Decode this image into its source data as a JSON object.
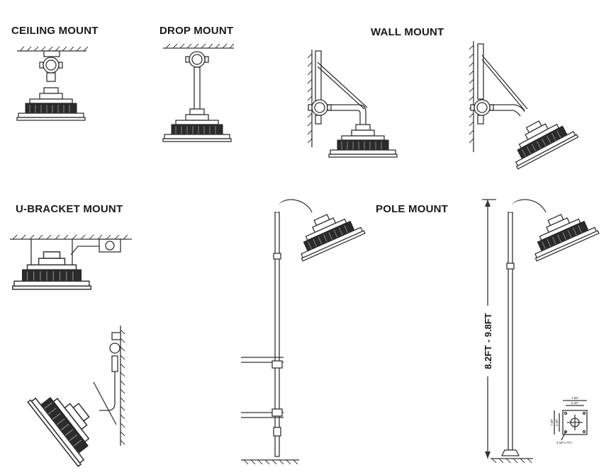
{
  "titles": {
    "ceiling": "CEILING MOUNT",
    "drop": "DROP MOUNT",
    "wall": "WALL MOUNT",
    "ubracket": "U-BRACKET MOUNT",
    "pole": "POLE MOUNT"
  },
  "dimensions": {
    "pole_height": "8.2FT - 9.8FT",
    "plate_width_outer": "7.88\"",
    "plate_width_inner": "5.90\"",
    "plate_height_outer": "7.88\"",
    "plate_height_inner": "5.90\"",
    "bolt_holes": "4 (Ø 0.79\")"
  },
  "colors": {
    "line": "#333333",
    "fixture_dark": "#2b2b2b"
  }
}
